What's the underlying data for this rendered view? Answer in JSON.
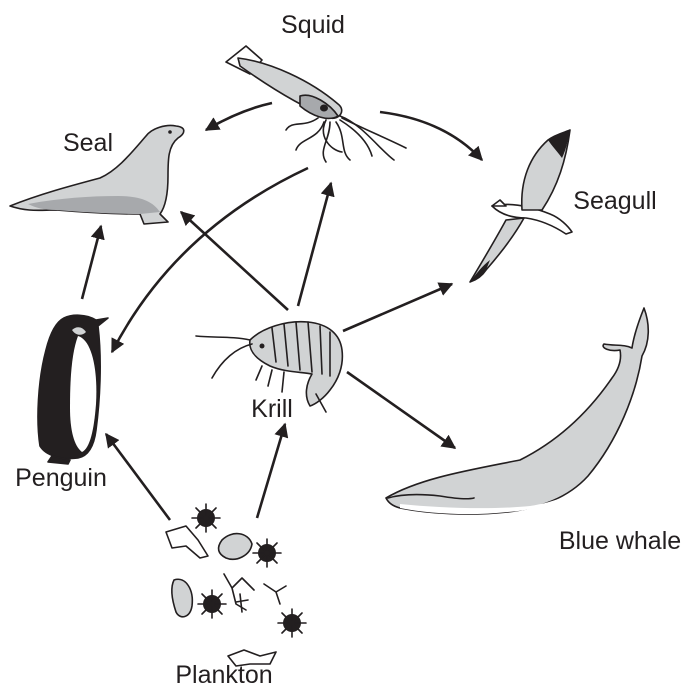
{
  "labels": {
    "squid": "Squid",
    "seal": "Seal",
    "seagull": "Seagull",
    "penguin": "Penguin",
    "krill": "Krill",
    "blue_whale": "Blue whale",
    "plankton": "Plankton"
  },
  "food_web": [
    {
      "from": "Squid",
      "to": "Seal"
    },
    {
      "from": "Squid",
      "to": "Seagull"
    },
    {
      "from": "Squid",
      "to": "Penguin"
    },
    {
      "from": "Krill",
      "to": "Squid"
    },
    {
      "from": "Krill",
      "to": "Seal"
    },
    {
      "from": "Krill",
      "to": "Seagull"
    },
    {
      "from": "Krill",
      "to": "Blue whale"
    },
    {
      "from": "Penguin",
      "to": "Seal"
    },
    {
      "from": "Plankton",
      "to": "Penguin"
    },
    {
      "from": "Plankton",
      "to": "Krill"
    }
  ],
  "colors": {
    "ink": "#231f20",
    "mid_gray": "#a7a9ac",
    "light_gray": "#d1d3d4"
  }
}
